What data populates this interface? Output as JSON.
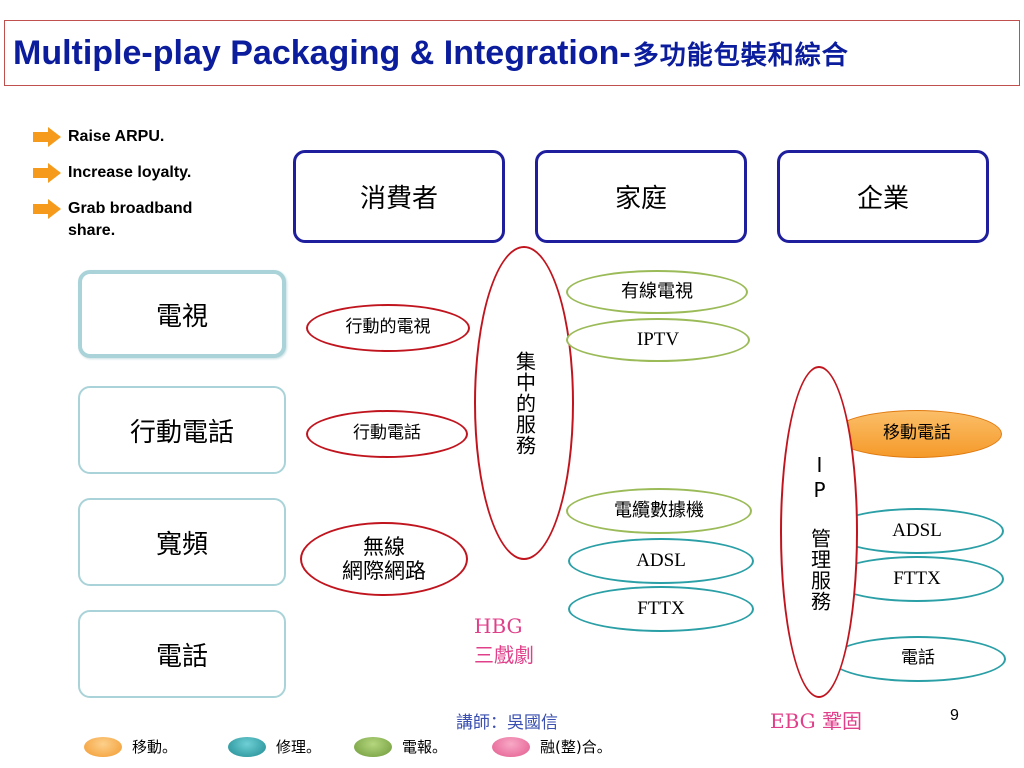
{
  "title": {
    "en": "Multiple-play Packaging & Integration-",
    "zh": "多功能包裝和綜合"
  },
  "bullets": [
    {
      "icon": "arrow-right-icon",
      "text": "Raise ARPU."
    },
    {
      "icon": "arrow-right-icon",
      "text": "Increase loyalty."
    },
    {
      "icon": "arrow-right-icon",
      "text": "Grab broadband share."
    }
  ],
  "top_boxes": [
    "消費者",
    "家庭",
    "企業"
  ],
  "left_boxes": [
    "電視",
    "行動電話",
    "寬頻",
    "電話"
  ],
  "left_ellipses": [
    "行動的電視",
    "行動電話",
    "無線\n網際網路"
  ],
  "central_service": "集中的服務",
  "middle_ellipses": [
    "有線電視",
    "IPTV",
    "電纜數據機",
    "ADSL",
    "FTTX"
  ],
  "ip_service": "IP 管理服務",
  "right_ellipses": [
    "移動電話",
    "ADSL",
    "FTTX",
    "電話"
  ],
  "hbg_label": "HBG\n三戲劇",
  "ebg_label": "EBG 鞏固",
  "instructor": "講師：吳國信",
  "page_number": "9",
  "legend": [
    {
      "label": "移動。",
      "color": "#f7a94a"
    },
    {
      "label": "修理。",
      "color": "#2a9fa6"
    },
    {
      "label": "電報。",
      "color": "#7fa94a"
    },
    {
      "label": "融(整)合。",
      "color": "#ef6fa0"
    }
  ],
  "colors": {
    "title_text": "#0b1c9c",
    "title_border": "#c0504d",
    "bullet_arrow": "#f59a1b",
    "top_box_border": "#1f1f9e",
    "left_box_border": "#a9d3d8",
    "ellipse_red": "#c0151e",
    "ellipse_green": "#9bbb59",
    "ellipse_teal": "#2a9fa6",
    "accent_pink": "#e0408a",
    "instructor_text": "#3a4fb0"
  }
}
